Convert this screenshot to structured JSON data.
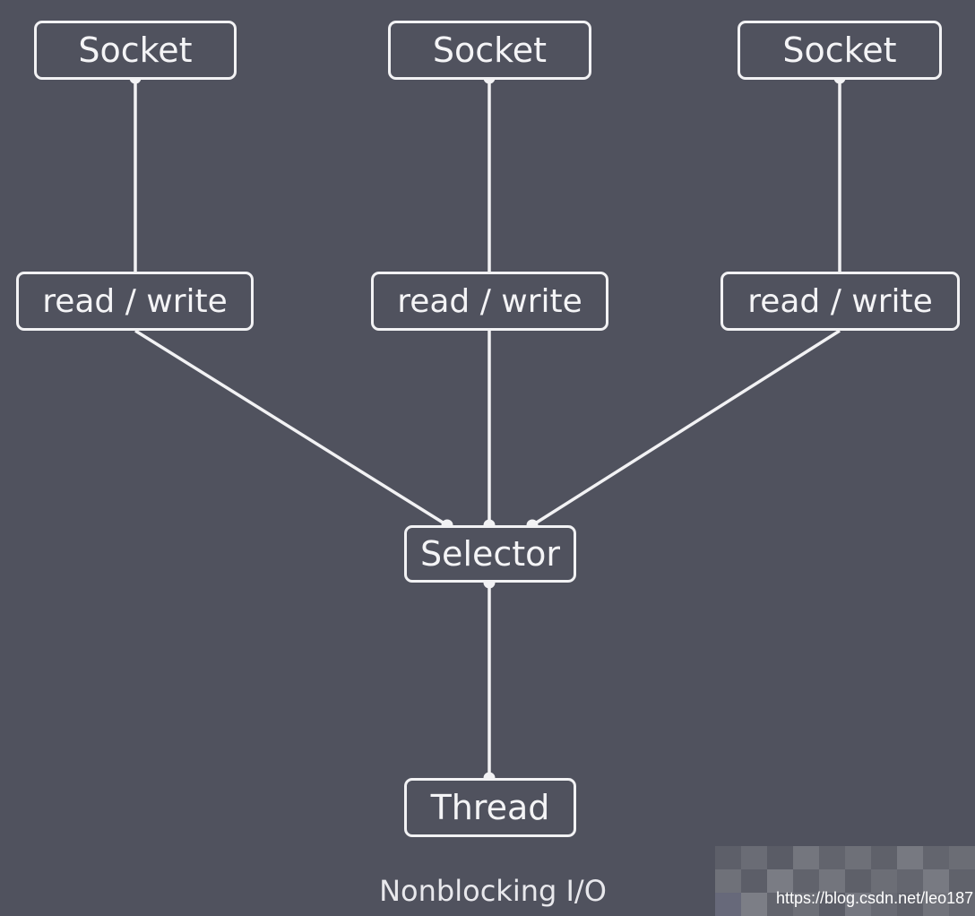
{
  "diagram": {
    "sockets": [
      "Socket",
      "Socket",
      "Socket"
    ],
    "read_write": [
      "read / write",
      "read / write",
      "read / write"
    ],
    "selector": "Selector",
    "thread": "Thread",
    "caption": "Nonblocking I/O"
  },
  "watermark": "https://blog.csdn.net/leo187",
  "colors": {
    "background": "#50525e",
    "stroke": "#f2f2f4",
    "text": "#f4f4f6"
  }
}
